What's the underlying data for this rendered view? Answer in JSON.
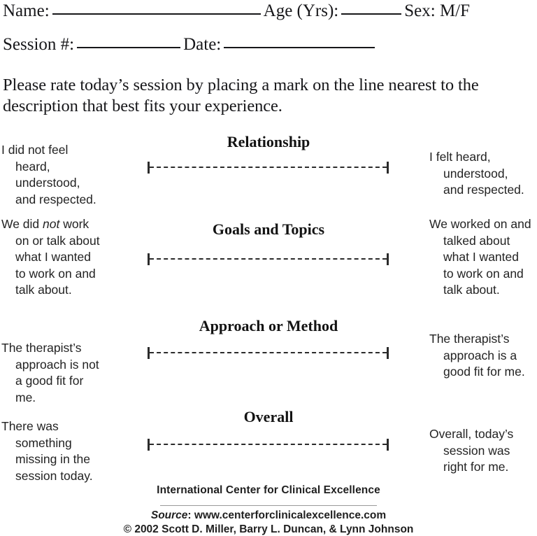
{
  "header": {
    "name_label": "Name:",
    "age_label": "Age (Yrs):",
    "sex_label": "Sex: M/F",
    "session_label": "Session #:",
    "date_label": "Date:",
    "name_value": "",
    "age_value": "",
    "session_value": "",
    "date_value": ""
  },
  "instructions": "Please rate today’s session by placing a mark on the line nearest to the description that best fits your experience.",
  "sections": [
    {
      "title": "Relationship",
      "left_label": "I did not feel\nheard,\nunderstood,\nand respected.",
      "right_label": "I felt heard,\nunderstood,\nand respected."
    },
    {
      "title": "Goals and Topics",
      "left_label_pre": "We did ",
      "left_label_em": "not",
      "left_label_post": " work\non or talk about\nwhat I wanted\nto work on and\ntalk about.",
      "right_label": "We worked on and\ntalked about\nwhat I wanted\nto work on and\ntalk about."
    },
    {
      "title": "Approach or Method",
      "left_label": "The therapist’s\napproach is not\na good fit for\nme.",
      "right_label": "The therapist’s\napproach is a\ngood fit for me."
    },
    {
      "title": "Overall",
      "left_label": "There was\nsomething\nmissing in the\nsession today.",
      "right_label": "Overall, today’s\nsession was\nright for me."
    }
  ],
  "footer": {
    "organization": "International Center for Clinical Excellence",
    "source_word": "Source",
    "source_sep": ": ",
    "source_url": "www.centerforclinicalexcellence.com",
    "copyright": "© 2002 Scott D. Miller, Barry L. Duncan, & Lynn Johnson"
  },
  "colors": {
    "ink": "#17171a",
    "label_ink": "#232323",
    "rule_gray": "#9a9a9a",
    "page": "#ffffff"
  }
}
